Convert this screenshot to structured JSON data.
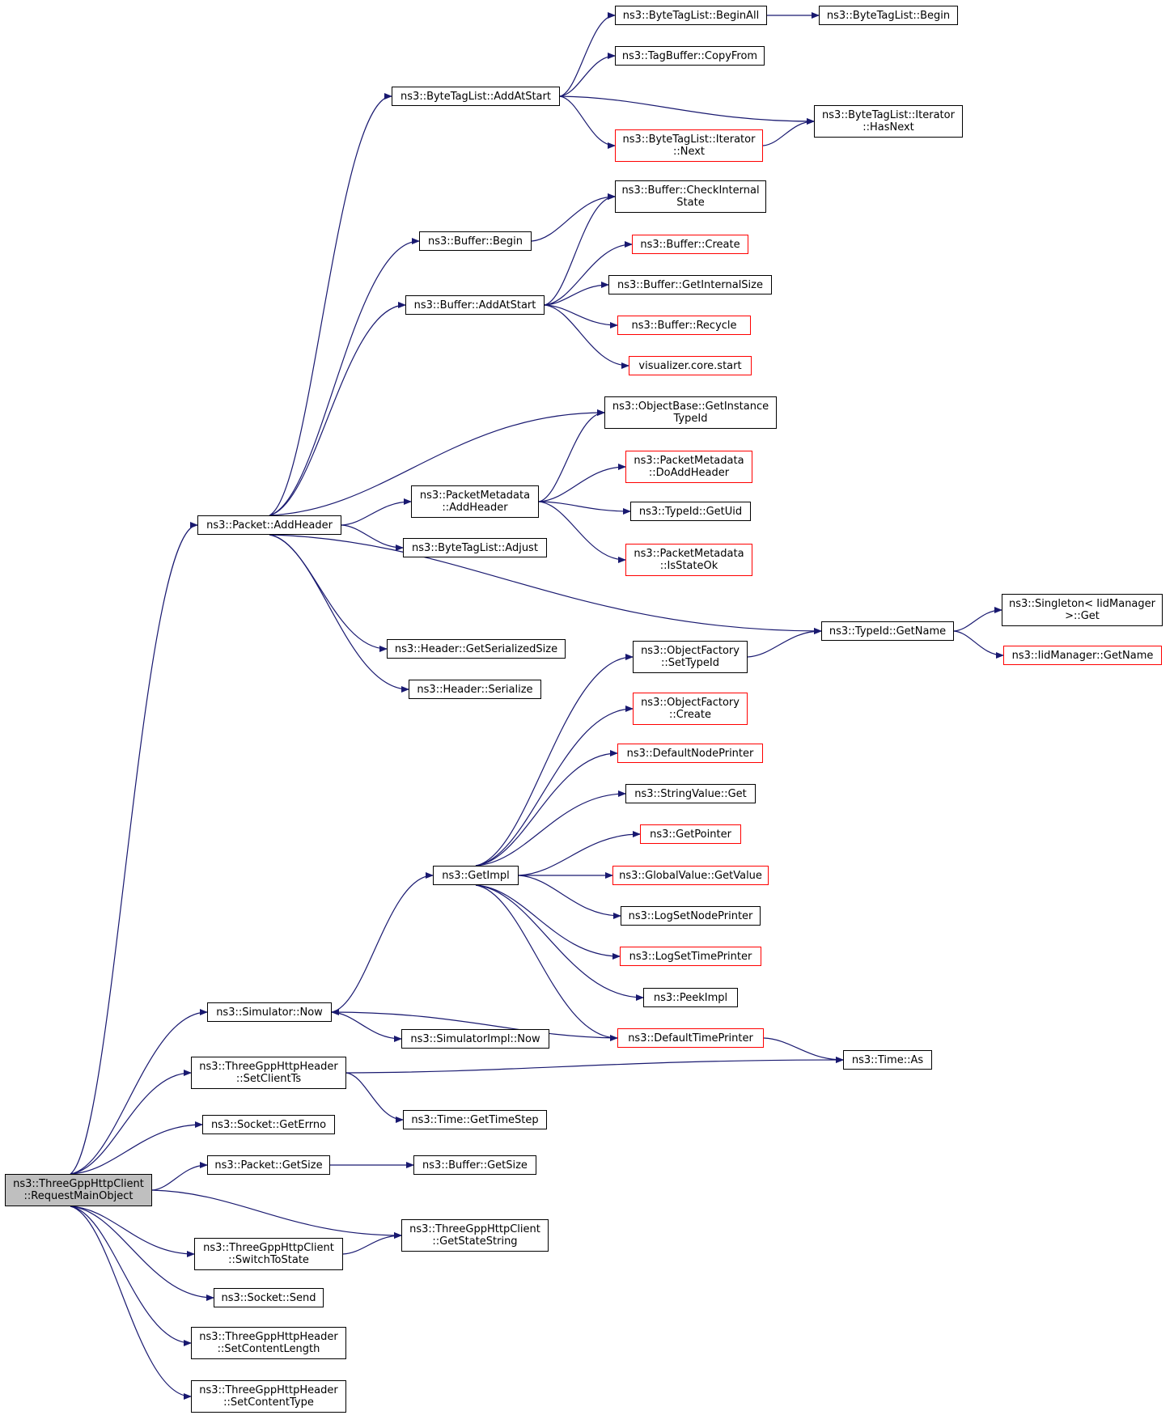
{
  "nodes": [
    {
      "id": "root",
      "label": "ns3::ThreeGppHttpClient\n::RequestMainObject",
      "style": "root"
    },
    {
      "id": "pkt_addheader",
      "label": "ns3::Packet::AddHeader",
      "style": "black"
    },
    {
      "id": "btl_addatstart",
      "label": "ns3::ByteTagList::AddAtStart",
      "style": "black"
    },
    {
      "id": "btl_beginall",
      "label": "ns3::ByteTagList::BeginAll",
      "style": "black"
    },
    {
      "id": "btl_begin",
      "label": "ns3::ByteTagList::Begin",
      "style": "black"
    },
    {
      "id": "tagbuf_copyfrom",
      "label": "ns3::TagBuffer::CopyFrom",
      "style": "black"
    },
    {
      "id": "btl_it_next",
      "label": "ns3::ByteTagList::Iterator\n::Next",
      "style": "red"
    },
    {
      "id": "btl_it_hasnext",
      "label": "ns3::ByteTagList::Iterator\n::HasNext",
      "style": "black"
    },
    {
      "id": "buf_begin",
      "label": "ns3::Buffer::Begin",
      "style": "black"
    },
    {
      "id": "buf_checkinternal",
      "label": "ns3::Buffer::CheckInternal\nState",
      "style": "black"
    },
    {
      "id": "buf_addatstart",
      "label": "ns3::Buffer::AddAtStart",
      "style": "black"
    },
    {
      "id": "buf_create",
      "label": "ns3::Buffer::Create",
      "style": "red"
    },
    {
      "id": "buf_getinternalsize",
      "label": "ns3::Buffer::GetInternalSize",
      "style": "black"
    },
    {
      "id": "buf_recycle",
      "label": "ns3::Buffer::Recycle",
      "style": "red"
    },
    {
      "id": "vis_core_start",
      "label": "visualizer.core.start",
      "style": "red"
    },
    {
      "id": "objbase_getinstance",
      "label": "ns3::ObjectBase::GetInstance\nTypeId",
      "style": "black"
    },
    {
      "id": "pm_addheader",
      "label": "ns3::PacketMetadata\n::AddHeader",
      "style": "black"
    },
    {
      "id": "pm_doaddheader",
      "label": "ns3::PacketMetadata\n::DoAddHeader",
      "style": "red"
    },
    {
      "id": "typeid_getuid",
      "label": "ns3::TypeId::GetUid",
      "style": "black"
    },
    {
      "id": "pm_isstateok",
      "label": "ns3::PacketMetadata\n::IsStateOk",
      "style": "red"
    },
    {
      "id": "btl_adjust",
      "label": "ns3::ByteTagList::Adjust",
      "style": "black"
    },
    {
      "id": "typeid_getname",
      "label": "ns3::TypeId::GetName",
      "style": "black"
    },
    {
      "id": "singleton_get",
      "label": "ns3::Singleton< IidManager\n>::Get",
      "style": "black"
    },
    {
      "id": "iidmgr_getname",
      "label": "ns3::IidManager::GetName",
      "style": "red"
    },
    {
      "id": "hdr_getserializedsize",
      "label": "ns3::Header::GetSerializedSize",
      "style": "black"
    },
    {
      "id": "hdr_serialize",
      "label": "ns3::Header::Serialize",
      "style": "black"
    },
    {
      "id": "of_settypeid",
      "label": "ns3::ObjectFactory\n::SetTypeId",
      "style": "black"
    },
    {
      "id": "of_create",
      "label": "ns3::ObjectFactory\n::Create",
      "style": "red"
    },
    {
      "id": "defaultnodeprinter",
      "label": "ns3::DefaultNodePrinter",
      "style": "red"
    },
    {
      "id": "stringvalue_get",
      "label": "ns3::StringValue::Get",
      "style": "black"
    },
    {
      "id": "getpointer",
      "label": "ns3::GetPointer",
      "style": "red"
    },
    {
      "id": "getimpl",
      "label": "ns3::GetImpl",
      "style": "black"
    },
    {
      "id": "globalvalue_getvalue",
      "label": "ns3::GlobalValue::GetValue",
      "style": "red"
    },
    {
      "id": "logsetnodeprinter",
      "label": "ns3::LogSetNodePrinter",
      "style": "black"
    },
    {
      "id": "logsettimeprinter",
      "label": "ns3::LogSetTimePrinter",
      "style": "red"
    },
    {
      "id": "peekimpl",
      "label": "ns3::PeekImpl",
      "style": "black"
    },
    {
      "id": "sim_now",
      "label": "ns3::Simulator::Now",
      "style": "black"
    },
    {
      "id": "defaulttimeprinter",
      "label": "ns3::DefaultTimePrinter",
      "style": "red"
    },
    {
      "id": "simimpl_now",
      "label": "ns3::SimulatorImpl::Now",
      "style": "black"
    },
    {
      "id": "time_as",
      "label": "ns3::Time::As",
      "style": "black"
    },
    {
      "id": "hh_setclientts",
      "label": "ns3::ThreeGppHttpHeader\n::SetClientTs",
      "style": "black"
    },
    {
      "id": "time_gettimestep",
      "label": "ns3::Time::GetTimeStep",
      "style": "black"
    },
    {
      "id": "sock_geterrno",
      "label": "ns3::Socket::GetErrno",
      "style": "black"
    },
    {
      "id": "pkt_getsize",
      "label": "ns3::Packet::GetSize",
      "style": "black"
    },
    {
      "id": "buf_getsize",
      "label": "ns3::Buffer::GetSize",
      "style": "black"
    },
    {
      "id": "hc_getstatestring",
      "label": "ns3::ThreeGppHttpClient\n::GetStateString",
      "style": "black"
    },
    {
      "id": "hc_switchtostate",
      "label": "ns3::ThreeGppHttpClient\n::SwitchToState",
      "style": "black"
    },
    {
      "id": "sock_send",
      "label": "ns3::Socket::Send",
      "style": "black"
    },
    {
      "id": "hh_setcontentlength",
      "label": "ns3::ThreeGppHttpHeader\n::SetContentLength",
      "style": "black"
    },
    {
      "id": "hh_setcontenttype",
      "label": "ns3::ThreeGppHttpHeader\n::SetContentType",
      "style": "black"
    }
  ],
  "edges": [
    [
      "root",
      "pkt_addheader"
    ],
    [
      "root",
      "sim_now"
    ],
    [
      "root",
      "hh_setclientts"
    ],
    [
      "root",
      "sock_geterrno"
    ],
    [
      "root",
      "pkt_getsize"
    ],
    [
      "root",
      "hc_getstatestring"
    ],
    [
      "root",
      "hc_switchtostate"
    ],
    [
      "root",
      "sock_send"
    ],
    [
      "root",
      "hh_setcontentlength"
    ],
    [
      "root",
      "hh_setcontenttype"
    ],
    [
      "pkt_addheader",
      "btl_addatstart"
    ],
    [
      "pkt_addheader",
      "buf_begin"
    ],
    [
      "pkt_addheader",
      "buf_addatstart"
    ],
    [
      "pkt_addheader",
      "objbase_getinstance"
    ],
    [
      "pkt_addheader",
      "pm_addheader"
    ],
    [
      "pkt_addheader",
      "btl_adjust"
    ],
    [
      "pkt_addheader",
      "typeid_getname"
    ],
    [
      "pkt_addheader",
      "hdr_getserializedsize"
    ],
    [
      "pkt_addheader",
      "hdr_serialize"
    ],
    [
      "btl_addatstart",
      "btl_beginall"
    ],
    [
      "btl_addatstart",
      "tagbuf_copyfrom"
    ],
    [
      "btl_addatstart",
      "btl_it_next"
    ],
    [
      "btl_addatstart",
      "btl_it_hasnext"
    ],
    [
      "btl_beginall",
      "btl_begin"
    ],
    [
      "btl_it_next",
      "btl_it_hasnext"
    ],
    [
      "buf_begin",
      "buf_checkinternal"
    ],
    [
      "buf_addatstart",
      "buf_checkinternal"
    ],
    [
      "buf_addatstart",
      "buf_create"
    ],
    [
      "buf_addatstart",
      "buf_getinternalsize"
    ],
    [
      "buf_addatstart",
      "buf_recycle"
    ],
    [
      "buf_addatstart",
      "vis_core_start"
    ],
    [
      "pm_addheader",
      "objbase_getinstance"
    ],
    [
      "pm_addheader",
      "pm_doaddheader"
    ],
    [
      "pm_addheader",
      "typeid_getuid"
    ],
    [
      "pm_addheader",
      "pm_isstateok"
    ],
    [
      "typeid_getname",
      "singleton_get"
    ],
    [
      "typeid_getname",
      "iidmgr_getname"
    ],
    [
      "of_settypeid",
      "typeid_getname"
    ],
    [
      "getimpl",
      "of_settypeid"
    ],
    [
      "getimpl",
      "of_create"
    ],
    [
      "getimpl",
      "defaultnodeprinter"
    ],
    [
      "getimpl",
      "stringvalue_get"
    ],
    [
      "getimpl",
      "getpointer"
    ],
    [
      "getimpl",
      "globalvalue_getvalue"
    ],
    [
      "getimpl",
      "logsetnodeprinter"
    ],
    [
      "getimpl",
      "logsettimeprinter"
    ],
    [
      "getimpl",
      "peekimpl"
    ],
    [
      "getimpl",
      "defaulttimeprinter"
    ],
    [
      "sim_now",
      "getimpl"
    ],
    [
      "sim_now",
      "simimpl_now"
    ],
    [
      "defaulttimeprinter",
      "sim_now"
    ],
    [
      "defaulttimeprinter",
      "time_as"
    ],
    [
      "hh_setclientts",
      "time_as"
    ],
    [
      "hh_setclientts",
      "time_gettimestep"
    ],
    [
      "pkt_getsize",
      "buf_getsize"
    ],
    [
      "hc_switchtostate",
      "hc_getstatestring"
    ]
  ],
  "colors": {
    "edge": "#191970",
    "node_border": "#000000",
    "red_border": "#ff0000",
    "root_fill": "#bfbfbf"
  }
}
